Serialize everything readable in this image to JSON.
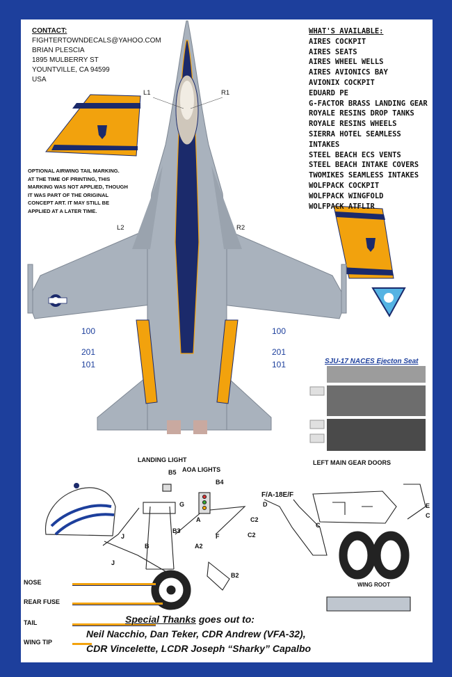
{
  "contact": {
    "heading": "CONTACT:",
    "email": "FIGHTERTOWNDECALS@YAHOO.COM",
    "name": "BRIAN PLESCIA",
    "street": "1895 MULBERRY ST",
    "city": "YOUNTVILLE, CA 94599",
    "country": "USA"
  },
  "available": {
    "heading": "WHAT'S AVAILABLE:",
    "items": [
      "AIRES COCKPIT",
      "AIRES SEATS",
      "AIRES WHEEL WELLS",
      "AIRES AVIONICS BAY",
      "AVIONIX COCKPIT",
      "EDUARD PE",
      "G-FACTOR BRASS LANDING GEAR",
      "ROYALE RESINS DROP TANKS",
      "ROYALE RESINS WHEELS",
      "SIERRA HOTEL SEAMLESS INTAKES",
      "STEEL BEACH ECS VENTS",
      "STEEL BEACH INTAKE COVERS",
      "TWOMIKES SEAMLESS INTAKES",
      "WOLFPACK COCKPIT",
      "WOLFPACK WINGFOLD",
      "WOLFPACK ATFLIR"
    ]
  },
  "tail_note": {
    "lines": [
      "OPTIONAL AIRWING TAIL MARKING.",
      "AT THE TIME OF PRINTING, THIS",
      "MARKING WAS NOT APPLIED, THOUGH",
      "IT WAS PART OF THE ORIGINAL",
      "CONCEPT ART. IT MAY STILL BE",
      "APPLIED AT A LATER TIME."
    ]
  },
  "markers": {
    "l1": "L1",
    "r1": "R1",
    "l2": "L2",
    "r2": "R2"
  },
  "wing_numbers": {
    "left": "100",
    "right": "100"
  },
  "modex": {
    "left_top": "201",
    "left_bottom": "101",
    "right_top": "201",
    "right_bottom": "101"
  },
  "seat": {
    "title": "SJU-17 NACES Ejecton Seat"
  },
  "gear": {
    "landing_light": "LANDING LIGHT",
    "aoa_lights": "AOA LIGHTS",
    "b5": "B5",
    "b4": "B4",
    "g": "G",
    "b3": "B3",
    "a": "A",
    "f": "F",
    "a2": "A2",
    "b": "B",
    "j1": "J",
    "j2": "J",
    "b2": "B2"
  },
  "main_gear": {
    "title": "LEFT MAIN GEAR DOORS",
    "model": "F/A-18E/F",
    "d": "D",
    "c2a": "C2",
    "c2b": "C2",
    "c": "C",
    "e": "E",
    "c3": "C",
    "wing_root": "WING ROOT"
  },
  "stripes": {
    "nose": "NOSE",
    "rear_fuse": "REAR FUSE",
    "tail": "TAIL",
    "wing_tip": "WING TIP"
  },
  "thanks": {
    "lead": "Special Thanks",
    "rest": " goes out to:",
    "line1": "Neil Nacchio, Dan Teker, CDR Andrew (VFA-32),",
    "line2": "CDR Vincelette, LCDR Joseph “Sharky” Capalbo"
  },
  "colors": {
    "border": "#1d3f9c",
    "gray": "#a9b2bd",
    "orange": "#f2a20d",
    "navy": "#1b2a6b"
  }
}
